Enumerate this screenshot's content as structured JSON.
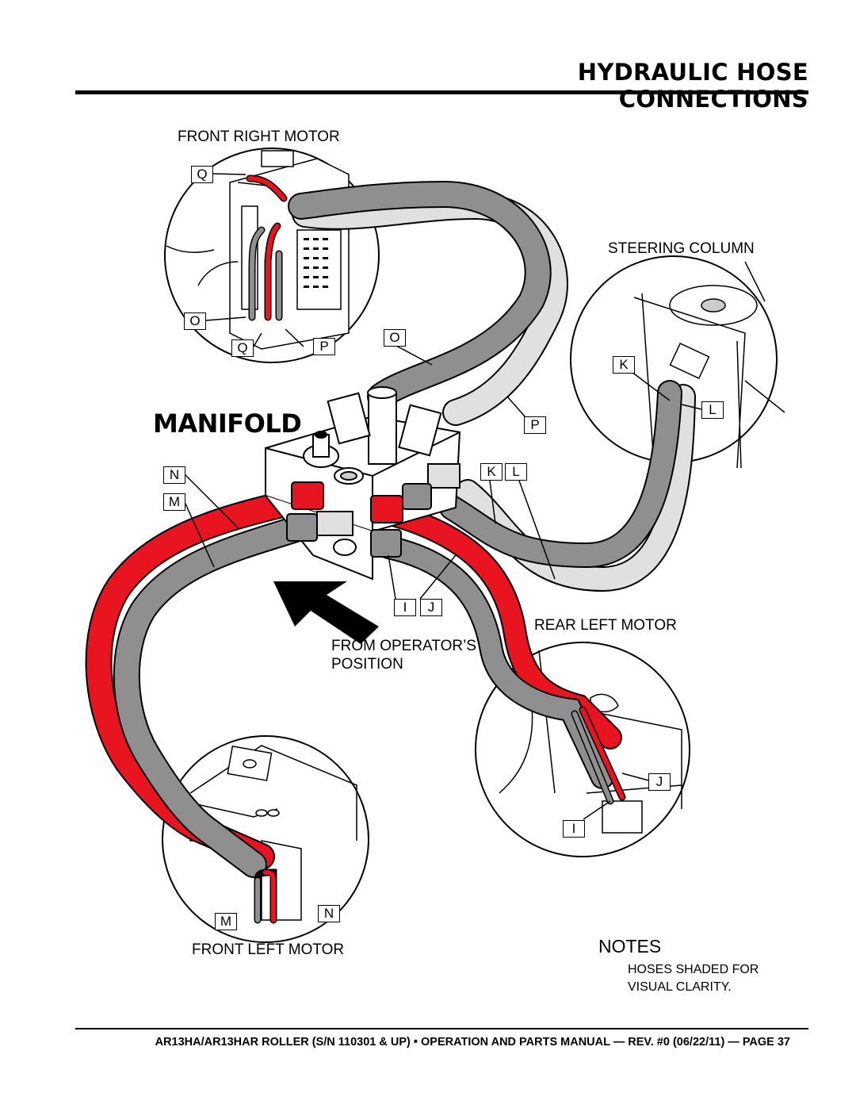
{
  "header": {
    "title": "HYDRAULIC HOSE CONNECTIONS"
  },
  "diagram": {
    "center_label": "MANIFOLD",
    "callouts": {
      "front_right_motor": "FRONT RIGHT MOTOR",
      "steering_column": "STEERING COLUMN",
      "rear_left_motor": "REAR LEFT MOTOR",
      "front_left_motor": "FRONT LEFT MOTOR",
      "from_operators_position_line1": "FROM OPERATOR’S",
      "from_operators_position_line2": "POSITION"
    },
    "hose_letters": {
      "q_top": "Q",
      "o_left": "O",
      "q_bottom": "Q",
      "p_inset": "P",
      "o_main": "O",
      "p_main": "P",
      "n_main": "N",
      "m_main": "M",
      "k_main": "K",
      "l_main": "L",
      "i_main": "I",
      "j_main": "J",
      "k_inset": "K",
      "l_inset": "L",
      "j_inset": "J",
      "i_inset": "I",
      "m_inset": "M",
      "n_inset": "N"
    },
    "colors": {
      "hose_red": "#e8141f",
      "hose_gray": "#8f8f8f",
      "hose_light": "#e0e0e0",
      "outline": "#000000"
    }
  },
  "notes": {
    "title": "NOTES",
    "text_line1": "HOSES SHADED FOR",
    "text_line2": "VISUAL CLARITY."
  },
  "footer": {
    "text": "AR13HA/AR13HAR ROLLER (S/N 110301 & UP) • OPERATION AND PARTS MANUAL — REV. #0 (06/22/11) — PAGE 37"
  }
}
